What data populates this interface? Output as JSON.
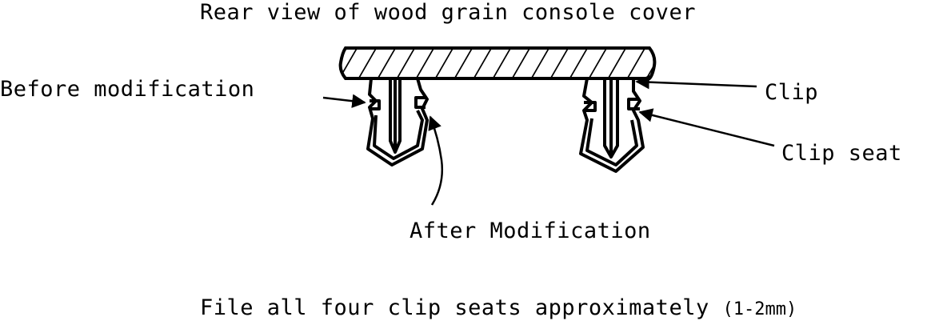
{
  "diagram": {
    "title": "Rear view of wood grain console cover",
    "labels": {
      "before": "Before modification",
      "clip": "Clip",
      "clip_seat": "Clip seat",
      "after": "After Modification"
    },
    "note": {
      "text": "File all four clip seats approximately ",
      "range": "(1-2mm)"
    }
  },
  "colors": {
    "ink": "#000000",
    "background": "#ffffff"
  }
}
